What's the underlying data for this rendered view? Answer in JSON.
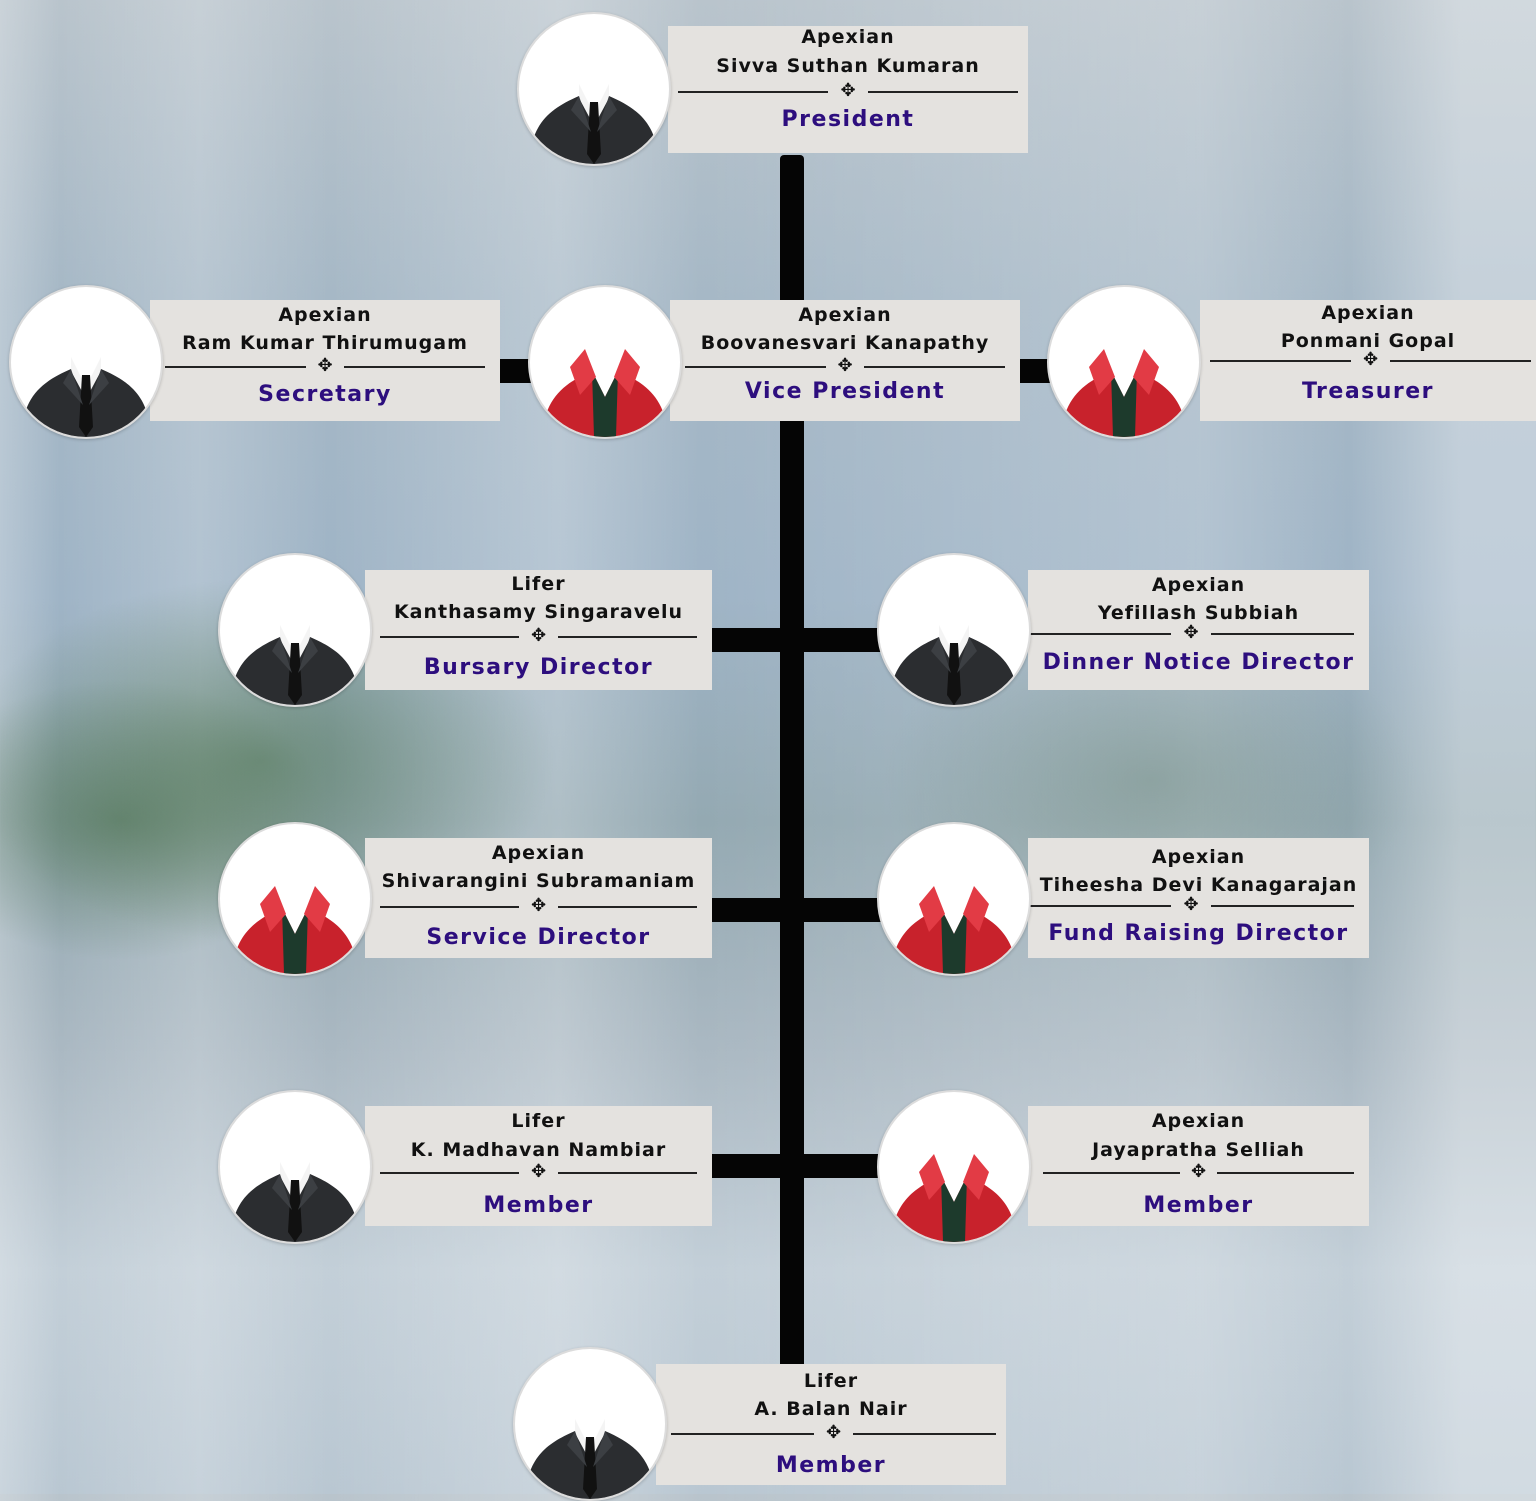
{
  "colors": {
    "card_bg": "#e4e2df",
    "role_text": "#2d0e7e",
    "connector": "#050505"
  },
  "ornament": "✥",
  "members": [
    {
      "id": "president",
      "title": "Apexian",
      "name": "Sivva Suthan Kumaran",
      "role": "President",
      "avatar": "suit-avatar-icon"
    },
    {
      "id": "secretary",
      "title": "Apexian",
      "name": "Ram Kumar Thirumugam",
      "role": "Secretary",
      "avatar": "suit-avatar-icon"
    },
    {
      "id": "vice-president",
      "title": "Apexian",
      "name": "Boovanesvari Kanapathy",
      "role": "Vice President",
      "avatar": "red-blazer-avatar-icon"
    },
    {
      "id": "treasurer",
      "title": "Apexian",
      "name": "Ponmani Gopal",
      "role": "Treasurer",
      "avatar": "red-blazer-avatar-icon"
    },
    {
      "id": "bursary-director",
      "title": "Lifer",
      "name": "Kanthasamy Singaravelu",
      "role": "Bursary Director",
      "avatar": "suit-avatar-icon"
    },
    {
      "id": "dinner-notice-director",
      "title": "Apexian",
      "name": "Yefillash Subbiah",
      "role": "Dinner Notice Director",
      "avatar": "suit-avatar-icon"
    },
    {
      "id": "service-director",
      "title": "Apexian",
      "name": "Shivarangini Subramaniam",
      "role": "Service Director",
      "avatar": "red-blazer-avatar-icon"
    },
    {
      "id": "fund-raising-director",
      "title": "Apexian",
      "name": "Tiheesha Devi Kanagarajan",
      "role": "Fund Raising Director",
      "avatar": "red-blazer-avatar-icon"
    },
    {
      "id": "member-madhavan",
      "title": "Lifer",
      "name": "K. Madhavan Nambiar",
      "role": "Member",
      "avatar": "suit-avatar-icon"
    },
    {
      "id": "member-jayapratha",
      "title": "Apexian",
      "name": "Jayapratha Selliah",
      "role": "Member",
      "avatar": "red-blazer-avatar-icon"
    },
    {
      "id": "member-balan",
      "title": "Lifer",
      "name": "A. Balan Nair",
      "role": "Member",
      "avatar": "suit-avatar-icon"
    }
  ]
}
